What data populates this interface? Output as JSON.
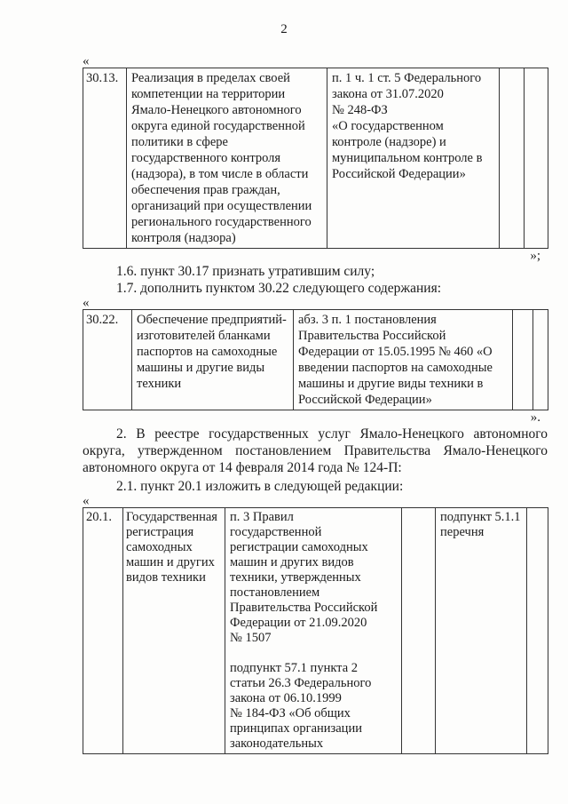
{
  "page_number": "2",
  "marks": {
    "open": "«",
    "close_after_t1": "»;",
    "close_after_t2": "»."
  },
  "table1": {
    "row": {
      "num": "30.13.",
      "service": "Реализация в пределах своей\nкомпетенции на территории\nЯмало-Ненецкого автономного\nокруга единой государственной\nполитики в сфере\nгосударственного контроля\n(надзора), в том числе в области\nобеспечения прав граждан,\nорганизаций при осуществлении\nрегионального государственного\nконтроля (надзора)",
      "basis": "п. 1 ч. 1 ст. 5 Федерального\nзакона от 31.07.2020\n№ 248-ФЗ\n«О государственном\nконтроле (надзоре) и\nмуниципальном контроле в\nРоссийской Федерации»"
    }
  },
  "body": {
    "item_1_6": "1.6. пункт 30.17 признать утратившим силу;",
    "item_1_7": "1.7. дополнить пунктом 30.22 следующего содержания:",
    "item_2": "2. В реестре государственных услуг Ямало-Ненецкого автономного округа, утвержденном постановлением Правительства Ямало-Ненецкого автономного округа от 14 февраля 2014 года № 124-П:",
    "item_2_1": "2.1. пункт 20.1 изложить в следующей редакции:"
  },
  "table2": {
    "row": {
      "num": "30.22.",
      "service": "Обеспечение предприятий-\nизготовителей бланками\nпаспортов на самоходные\nмашины и другие виды\nтехники",
      "basis": "абз. 3 п. 1 постановления\nПравительства Российской\nФедерации от 15.05.1995 № 460 «О\nвведении паспортов на самоходные\nмашины и другие виды техники в\nРоссийской Федерации»"
    }
  },
  "table3": {
    "row": {
      "num": "20.1.",
      "service": "Государственная\nрегистрация\nсамоходных\nмашин и других\nвидов техники",
      "basis_p1": "п. 3 Правил\nгосударственной\nрегистрации самоходных\nмашин и других видов\nтехники, утвержденных\nпостановлением\nПравительства Российской\nФедерации от 21.09.2020\n№ 1507",
      "basis_p2": "подпункт 57.1 пункта 2\nстатьи 26.3 Федерального\nзакона от 06.10.1999\n№ 184-ФЗ «Об общих\nпринципах организации\nзаконодательных",
      "list_ref": "подпункт 5.1.1\nперечня"
    }
  }
}
